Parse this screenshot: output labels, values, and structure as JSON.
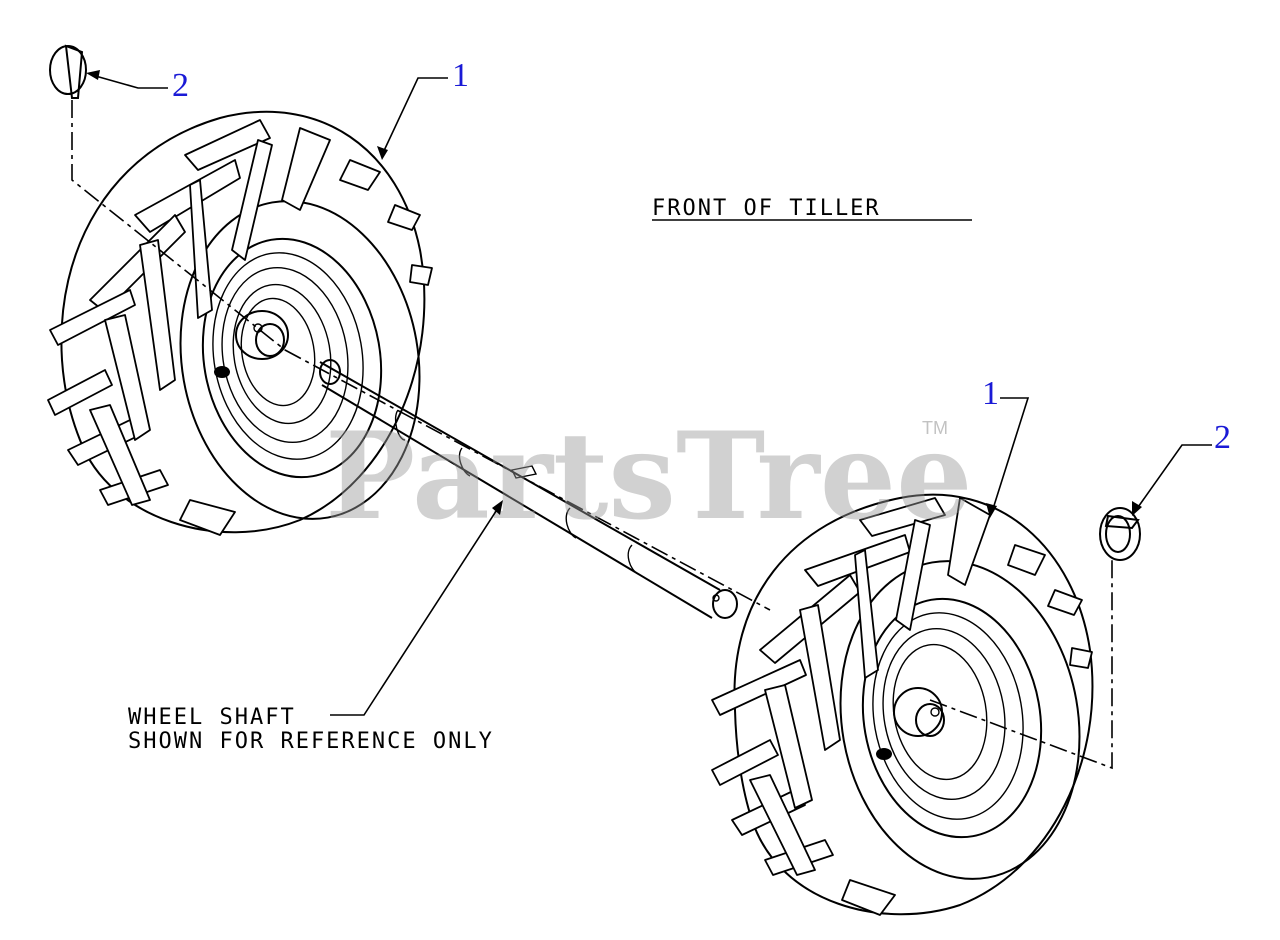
{
  "diagram": {
    "heading": "FRONT OF TILLER",
    "shaft_note_line1": "WHEEL SHAFT",
    "shaft_note_line2": "SHOWN FOR REFERENCE ONLY",
    "callouts": {
      "wheel_left": "1",
      "pin_left": "2",
      "wheel_right": "1",
      "pin_right": "2"
    },
    "watermark": "PartsTree",
    "trademark": "TM",
    "callout_color": "#1a1ad6"
  }
}
